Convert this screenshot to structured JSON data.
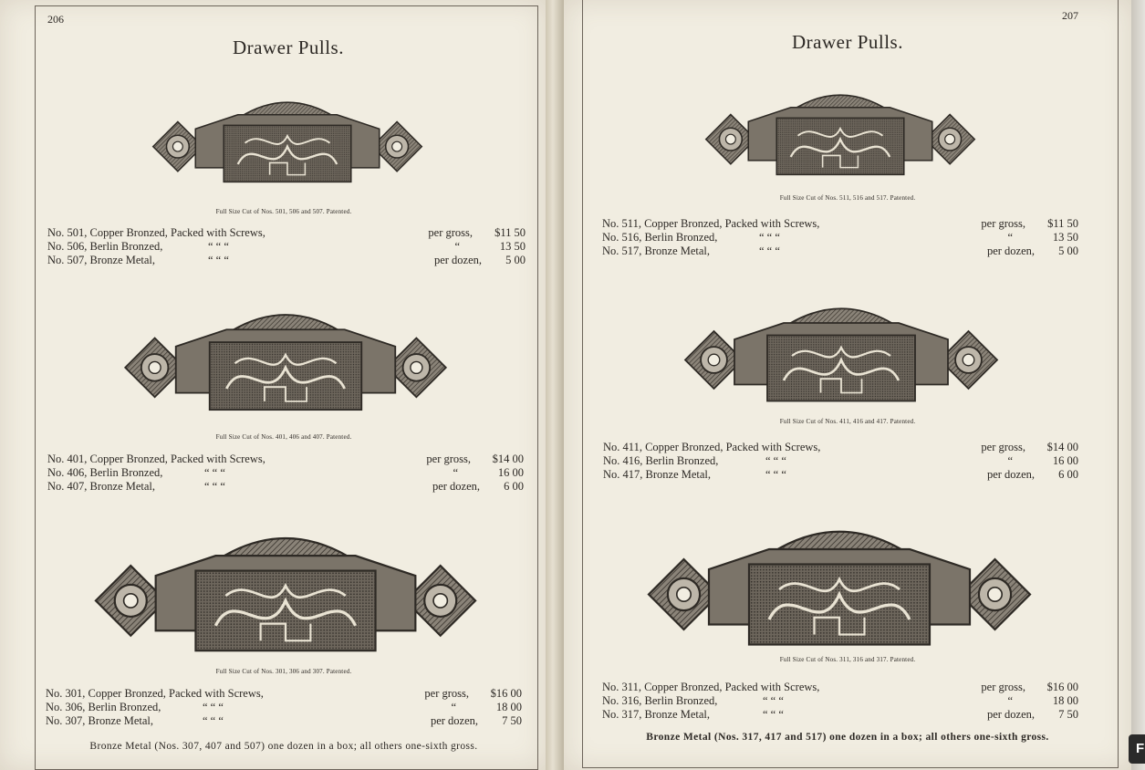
{
  "left_page": {
    "page_number": "206",
    "title": "Drawer Pulls.",
    "sections": [
      {
        "caption": "Full Size Cut of Nos. 501, 506 and 507.   Patented.",
        "items": [
          {
            "name": "No. 501, Copper Bronzed, Packed with Screws,",
            "unit": "per gross,",
            "amount": "$11 50",
            "ditto": ""
          },
          {
            "name": "No. 506, Berlin Bronzed,",
            "unit": "“",
            "amount": "13 50",
            "ditto": "“        “        “"
          },
          {
            "name": "No. 507, Bronze Metal,",
            "unit": "per dozen,",
            "amount": "5 00",
            "ditto": "“        “        “"
          }
        ]
      },
      {
        "caption": "Full Size Cut of Nos. 401, 406 and 407.   Patented.",
        "items": [
          {
            "name": "No. 401, Copper Bronzed, Packed with Screws,",
            "unit": "per gross,",
            "amount": "$14 00",
            "ditto": ""
          },
          {
            "name": "No. 406, Berlin Bronzed,",
            "unit": "“",
            "amount": "16 00",
            "ditto": "“        “        “"
          },
          {
            "name": "No. 407, Bronze Metal,",
            "unit": "per dozen,",
            "amount": "6 00",
            "ditto": "“        “        “"
          }
        ]
      },
      {
        "caption": "Full Size Cut of Nos. 301, 306 and 307.   Patented.",
        "items": [
          {
            "name": "No. 301, Copper Bronzed, Packed with Screws,",
            "unit": "per gross,",
            "amount": "$16 00",
            "ditto": ""
          },
          {
            "name": "No. 306, Berlin Bronzed,",
            "unit": "“",
            "amount": "18 00",
            "ditto": "“        “        “"
          },
          {
            "name": "No. 307, Bronze Metal,",
            "unit": "per dozen,",
            "amount": "7 50",
            "ditto": "“        “        “"
          }
        ]
      }
    ],
    "footer": "Bronze Metal (Nos. 307, 407 and 507) one dozen in a box; all others one-sixth gross."
  },
  "right_page": {
    "page_number": "207",
    "title": "Drawer Pulls.",
    "sections": [
      {
        "caption": "Full Size Cut of Nos. 511, 516 and 517.   Patented.",
        "items": [
          {
            "name": "No. 511, Copper Bronzed, Packed with Screws,",
            "unit": "per gross,",
            "amount": "$11 50",
            "ditto": ""
          },
          {
            "name": "No. 516, Berlin Bronzed,",
            "unit": "“",
            "amount": "13 50",
            "ditto": "“        “        “"
          },
          {
            "name": "No. 517, Bronze Metal,",
            "unit": "per dozen,",
            "amount": "5 00",
            "ditto": "“        “        “"
          }
        ]
      },
      {
        "caption": "Full Size Cut of Nos. 411, 416 and 417.   Patented.",
        "items": [
          {
            "name": "No. 411, Copper Bronzed, Packed with Screws,",
            "unit": "per gross,",
            "amount": "$14 00",
            "ditto": ""
          },
          {
            "name": "No. 416, Berlin Bronzed,",
            "unit": "“",
            "amount": "16 00",
            "ditto": "“        “        “"
          },
          {
            "name": "No. 417, Bronze Metal,",
            "unit": "per dozen,",
            "amount": "6 00",
            "ditto": "“        “        “"
          }
        ]
      },
      {
        "caption": "Full Size Cut of Nos. 311, 316 and 317.   Patented.",
        "items": [
          {
            "name": "No. 311, Copper Bronzed, Packed with Screws,",
            "unit": "per gross,",
            "amount": "$16 00",
            "ditto": ""
          },
          {
            "name": "No. 316, Berlin Bronzed,",
            "unit": "“",
            "amount": "18 00",
            "ditto": "“        “        “"
          },
          {
            "name": "No. 317, Bronze Metal,",
            "unit": "per dozen,",
            "amount": "7 50",
            "ditto": "“        “        “"
          }
        ]
      }
    ],
    "footer": "Bronze Metal (Nos. 317, 417 and 517) one dozen in a box; all others one-sixth gross."
  },
  "overlay_button": {
    "label": "F"
  },
  "colors": {
    "paper": "#f1ede1",
    "ink": "#2c2824",
    "metal": "#5a544c"
  }
}
